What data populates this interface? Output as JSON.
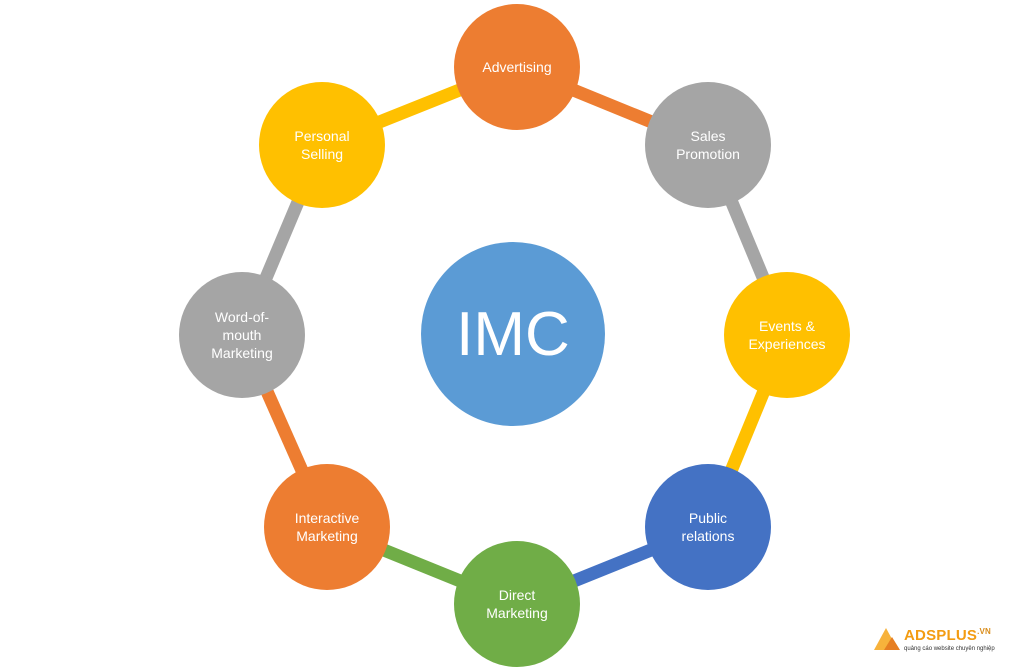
{
  "diagram": {
    "center": {
      "label": "IMC",
      "color": "#5b9bd5"
    },
    "nodes": [
      {
        "id": "advertising",
        "lines": [
          "Advertising"
        ],
        "color": "#ed7d31"
      },
      {
        "id": "sales-promotion",
        "lines": [
          "Sales",
          "Promotion"
        ],
        "color": "#a5a5a5"
      },
      {
        "id": "events-experiences",
        "lines": [
          "Events &",
          "Experiences"
        ],
        "color": "#ffc000"
      },
      {
        "id": "public-relations",
        "lines": [
          "Public",
          "relations"
        ],
        "color": "#4472c4"
      },
      {
        "id": "direct-marketing",
        "lines": [
          "Direct",
          "Marketing"
        ],
        "color": "#70ad47"
      },
      {
        "id": "interactive-marketing",
        "lines": [
          "Interactive",
          "Marketing"
        ],
        "color": "#ed7d31"
      },
      {
        "id": "word-of-mouth-marketing",
        "lines": [
          "Word-of-",
          "mouth",
          "Marketing"
        ],
        "color": "#a5a5a5"
      },
      {
        "id": "personal-selling",
        "lines": [
          "Personal",
          "Selling"
        ],
        "color": "#ffc000"
      }
    ],
    "connectors": [
      {
        "from": "advertising",
        "to": "sales-promotion",
        "color": "#ed7d31"
      },
      {
        "from": "sales-promotion",
        "to": "events-experiences",
        "color": "#a5a5a5"
      },
      {
        "from": "events-experiences",
        "to": "public-relations",
        "color": "#ffc000"
      },
      {
        "from": "public-relations",
        "to": "direct-marketing",
        "color": "#4472c4"
      },
      {
        "from": "direct-marketing",
        "to": "interactive-marketing",
        "color": "#70ad47"
      },
      {
        "from": "interactive-marketing",
        "to": "word-of-mouth-marketing",
        "color": "#ed7d31"
      },
      {
        "from": "word-of-mouth-marketing",
        "to": "personal-selling",
        "color": "#a5a5a5"
      },
      {
        "from": "personal-selling",
        "to": "advertising",
        "color": "#ffc000"
      }
    ]
  },
  "logo": {
    "brand": "ADSPLUS",
    "tld": ".VN",
    "tagline": "quảng cáo website chuyên nghiệp",
    "color": "#f39c12"
  }
}
